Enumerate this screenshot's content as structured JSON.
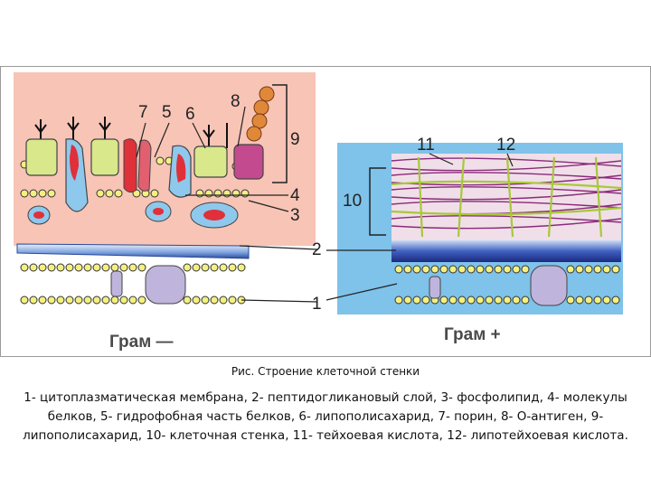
{
  "diagram": {
    "labels": {
      "n1": "1",
      "n2": "2",
      "n3": "3",
      "n4": "4",
      "n5": "5",
      "n6": "6",
      "n7": "7",
      "n8": "8",
      "n9": "9",
      "n10": "10",
      "n11": "11",
      "n12": "12"
    },
    "gram_negative": "Грам —",
    "gram_positive": "Грам +",
    "colors": {
      "gram_negative_bg": "#f7c4b6",
      "gram_positive_bg": "#7fc2ea",
      "protein": "#d9e88a",
      "antigen": "#e0883a",
      "lipopolysaccharide": "#c44a8f",
      "hydrophobic_part": "#e0303a",
      "porin": "#bfb4dc",
      "peptidoglycan": "#2a3e9a",
      "teichoic_acid": "#8a2a7a"
    }
  },
  "caption": {
    "title": "Рис. Строение клеточной стенки",
    "legend": "1- цитоплазматическая мембрана, 2- пептидогликановый слой, 3- фосфолипид, 4- молекулы белков, 5- гидрофобная часть белков, 6- липополисахарид, 7- порин, 8- О-антиген, 9- липополисахарид, 10- клеточная стенка, 11- тейхоевая кислота, 12- липотейхоевая кислота."
  }
}
